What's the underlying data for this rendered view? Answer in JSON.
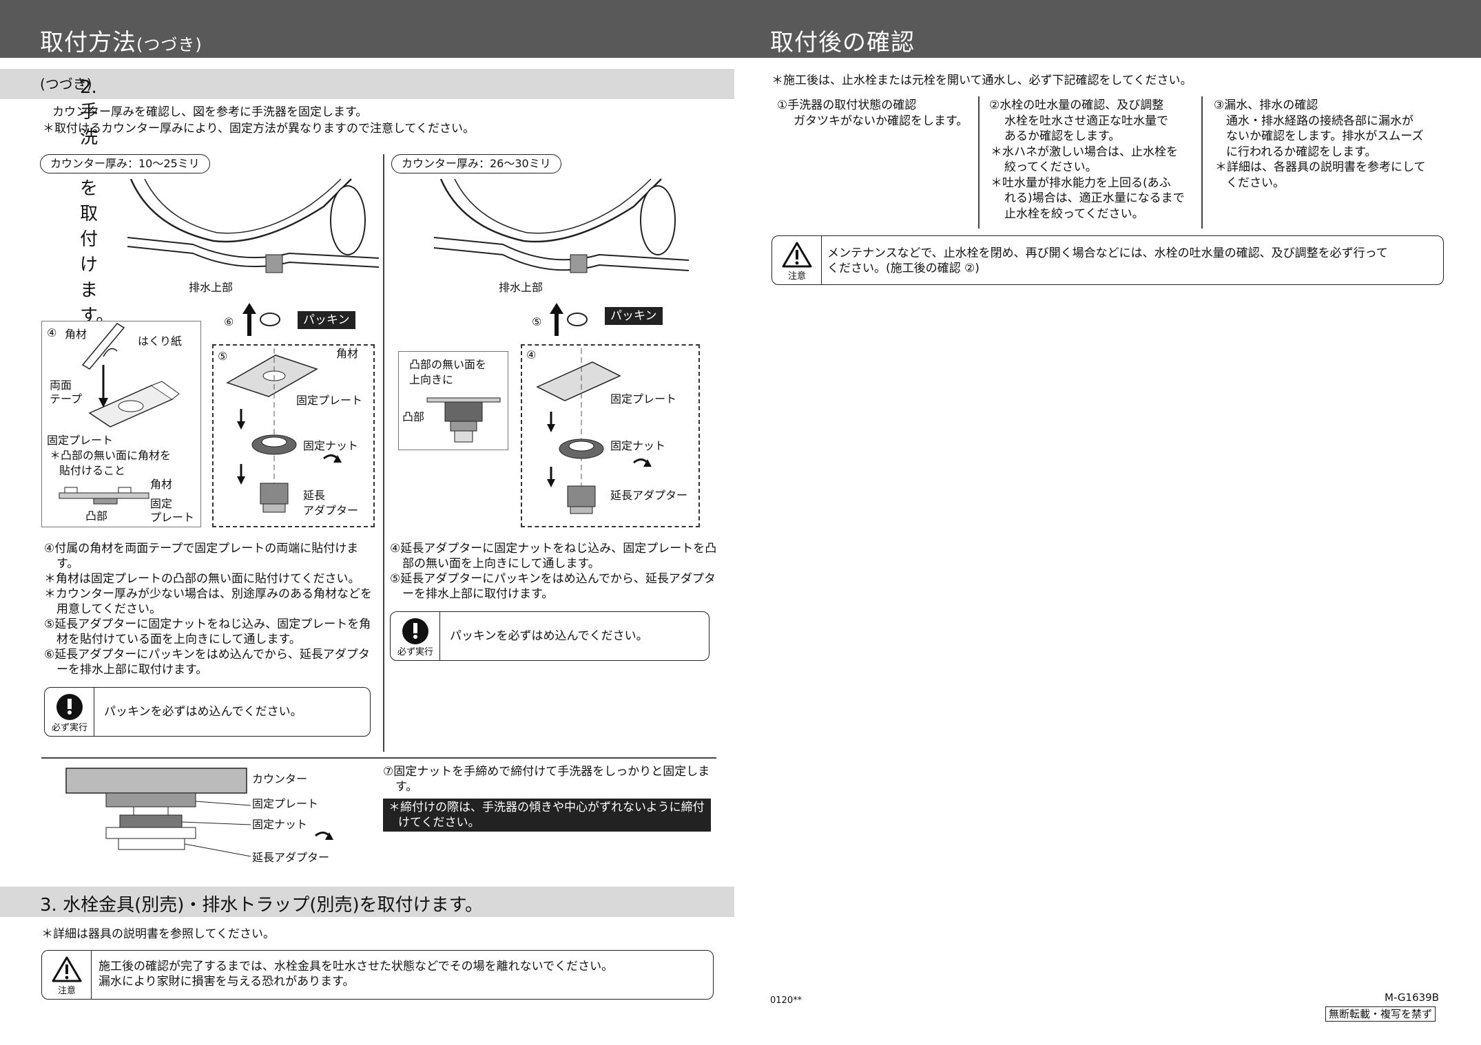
{
  "header": {
    "left_title": "取付方法",
    "left_title_suffix": "(つづき)",
    "right_title": "取付後の確認"
  },
  "section2": {
    "title": "2. 手洗器を取付けます。",
    "title_suffix": "(つづき)",
    "intro_1": "カウンター厚みを確認し、図を参考に手洗器を固定します。",
    "intro_2": "＊取付けるカウンター厚みにより、固定方法が異なりますので注意してください。",
    "left": {
      "pill": "カウンター厚み：10〜25ミリ",
      "labels": {
        "drain_top": "排水上部",
        "step6": "⑥",
        "packing": "パッキン",
        "step4": "④",
        "kakuzai": "角材",
        "hakurishi": "はくり紙",
        "ryomen_1": "両面",
        "ryomen_2": "テープ",
        "plate": "固定プレート",
        "note_1": "＊凸部の無い面に角材を",
        "note_2": "貼付けること",
        "kakuzai2": "角材",
        "kotei_1": "固定",
        "kotei_2": "プレート",
        "totsubu": "凸部",
        "step5": "⑤",
        "kakuzai3": "角材",
        "plate2": "固定プレート",
        "nut": "固定ナット",
        "adapter_1": "延長",
        "adapter_2": "アダプター"
      },
      "steps": [
        "④付属の角材を両面テープで固定プレートの両端に貼付けます。",
        "＊角材は固定プレートの凸部の無い面に貼付けてください。",
        "＊カウンター厚みが少ない場合は、別途厚みのある角材などを用意してください。",
        "⑤延長アダプターに固定ナットをねじ込み、固定プレートを角材を貼付けている面を上向きにして通します。",
        "⑥延長アダプターにパッキンをはめ込んでから、延長アダプターを排水上部に取付けます。"
      ],
      "must": {
        "label": "必ず実行",
        "text": "パッキンを必ずはめ込んでください。"
      }
    },
    "right": {
      "pill": "カウンター厚み：26〜30ミリ",
      "labels": {
        "drain_top": "排水上部",
        "step5": "⑤",
        "packing": "パッキン",
        "inset_1": "凸部の無い面を",
        "inset_2": "上向きに",
        "totsubu": "凸部",
        "step4": "④",
        "plate": "固定プレート",
        "nut": "固定ナット",
        "adapter": "延長アダプター"
      },
      "steps": [
        "④延長アダプターに固定ナットをねじ込み、固定プレートを凸部の無い面を上向きにして通します。",
        "⑤延長アダプターにパッキンをはめ込んでから、延長アダプターを排水上部に取付けます。"
      ],
      "must": {
        "label": "必ず実行",
        "text": "パッキンを必ずはめ込んでください。"
      }
    },
    "bottom": {
      "labels": {
        "counter": "カウンター",
        "plate": "固定プレート",
        "nut": "固定ナット",
        "adapter": "延長アダプター"
      },
      "step7": "⑦固定ナットを手締めで締付けて手洗器をしっかりと固定します。",
      "note": "＊締付けの際は、手洗器の傾きや中心がずれないように締付けてください。"
    }
  },
  "section3": {
    "title": "3. 水栓金具(別売)・排水トラップ(別売)を取付けます。",
    "note": "＊詳細は器具の説明書を参照してください。",
    "caution": {
      "label": "注意",
      "line1": "施工後の確認が完了するまでは、水栓金具を吐水させた状態などでその場を離れないでください。",
      "line2": "漏水により家財に損害を与える恐れがあります。"
    }
  },
  "check": {
    "intro": "＊施工後は、止水栓または元栓を開いて通水し、必ず下記確認をしてください。",
    "col1": [
      "①手洗器の取付状態の確認",
      "ガタツキがないか確認をします。"
    ],
    "col2": [
      "②水栓の吐水量の確認、及び調整",
      "水栓を吐水させ適正な吐水量で",
      "あるか確認をします。",
      "＊水ハネが激しい場合は、止水栓を",
      "絞ってください。",
      "＊吐水量が排水能力を上回る(あふ",
      "れる)場合は、適正水量になるまで",
      "止水栓を絞ってください。"
    ],
    "col3": [
      "③漏水、排水の確認",
      "通水・排水経路の接続各部に漏水が",
      "ないか確認をします。排水がスムーズ",
      "に行われるか確認をします。",
      "＊詳細は、各器具の説明書を参考にして",
      "ください。"
    ],
    "caution": {
      "label": "注意",
      "line1": "メンテナンスなどで、止水栓を閉め、再び開く場合などには、水栓の吐水量の確認、及び調整を必ず行って",
      "line2": "ください。(施工後の確認 ②)"
    }
  },
  "footer": {
    "code": "0120**",
    "doc_id": "M-G1639B",
    "copyright": "無断転載・複写を禁ず"
  }
}
